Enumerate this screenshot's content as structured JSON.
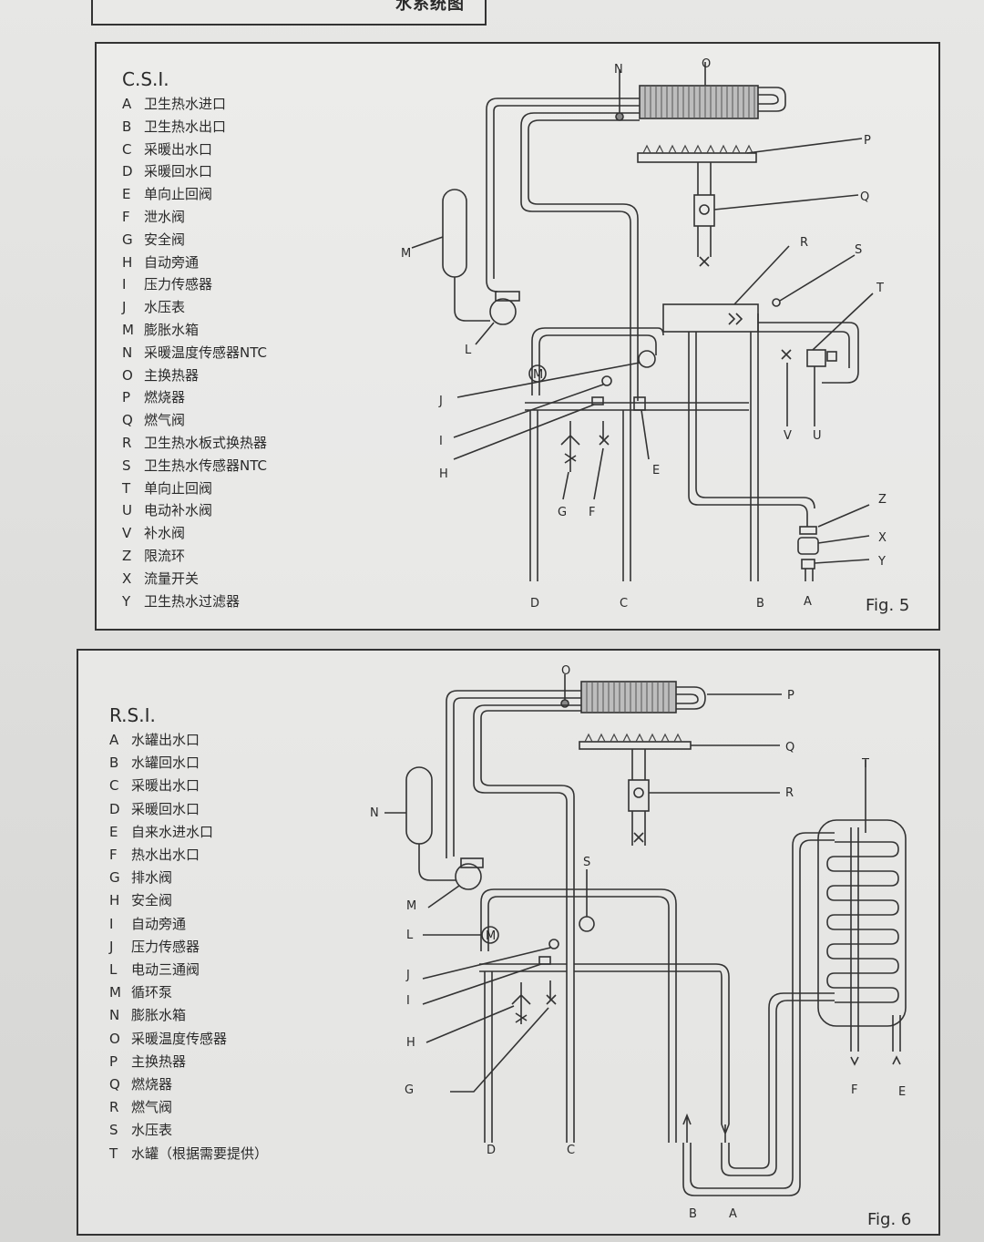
{
  "page_title": "水系统图",
  "fig5": {
    "heading": "C.S.I.",
    "fig_label": "Fig. 5",
    "legend": [
      {
        "key": "A",
        "text": "卫生热水进口"
      },
      {
        "key": "B",
        "text": "卫生热水出口"
      },
      {
        "key": "C",
        "text": "采暖出水口"
      },
      {
        "key": "D",
        "text": "采暖回水口"
      },
      {
        "key": "E",
        "text": "单向止回阀"
      },
      {
        "key": "F",
        "text": "泄水阀"
      },
      {
        "key": "G",
        "text": "安全阀"
      },
      {
        "key": "H",
        "text": "自动旁通"
      },
      {
        "key": "I",
        "text": "压力传感器"
      },
      {
        "key": "J",
        "text": "水压表"
      },
      {
        "key": "M",
        "text": "膨胀水箱"
      },
      {
        "key": "N",
        "text": "采暖温度传感器NTC"
      },
      {
        "key": "O",
        "text": "主换热器"
      },
      {
        "key": "P",
        "text": "燃烧器"
      },
      {
        "key": "Q",
        "text": "燃气阀"
      },
      {
        "key": "R",
        "text": "卫生热水板式换热器"
      },
      {
        "key": "S",
        "text": "卫生热水传感器NTC"
      },
      {
        "key": "T",
        "text": "单向止回阀"
      },
      {
        "key": "U",
        "text": "电动补水阀"
      },
      {
        "key": "V",
        "text": "补水阀"
      },
      {
        "key": "Z",
        "text": "限流环"
      },
      {
        "key": "X",
        "text": "流量开关"
      },
      {
        "key": "Y",
        "text": "卫生热水过滤器"
      }
    ],
    "diagram_labels": {
      "N": "N",
      "O": "O",
      "P": "P",
      "Q": "Q",
      "R": "R",
      "S": "S",
      "T": "T",
      "M": "M",
      "L": "L",
      "J": "J",
      "I": "I",
      "H": "H",
      "G": "G",
      "F": "F",
      "E": "E",
      "V": "V",
      "U": "U",
      "Z": "Z",
      "X": "X",
      "Y": "Y",
      "D": "D",
      "C": "C",
      "B": "B",
      "A": "A",
      "pump": "M"
    }
  },
  "fig6": {
    "heading": "R.S.I.",
    "fig_label": "Fig. 6",
    "legend": [
      {
        "key": "A",
        "text": "水罐出水口"
      },
      {
        "key": "B",
        "text": "水罐回水口"
      },
      {
        "key": "C",
        "text": "采暖出水口"
      },
      {
        "key": "D",
        "text": "采暖回水口"
      },
      {
        "key": "E",
        "text": "自来水进水口"
      },
      {
        "key": "F",
        "text": "热水出水口"
      },
      {
        "key": "G",
        "text": "排水阀"
      },
      {
        "key": "H",
        "text": "安全阀"
      },
      {
        "key": "I",
        "text": "自动旁通"
      },
      {
        "key": "J",
        "text": "压力传感器"
      },
      {
        "key": "L",
        "text": "电动三通阀"
      },
      {
        "key": "M",
        "text": "循环泵"
      },
      {
        "key": "N",
        "text": "膨胀水箱"
      },
      {
        "key": "O",
        "text": "采暖温度传感器"
      },
      {
        "key": "P",
        "text": "主换热器"
      },
      {
        "key": "Q",
        "text": "燃烧器"
      },
      {
        "key": "R",
        "text": "燃气阀"
      },
      {
        "key": "S",
        "text": "水压表"
      },
      {
        "key": "T",
        "text": "水罐（根据需要提供）"
      }
    ],
    "diagram_labels": {
      "O": "O",
      "P": "P",
      "Q": "Q",
      "R": "R",
      "S": "S",
      "T": "T",
      "N": "N",
      "M": "M",
      "L": "L",
      "J": "J",
      "I": "I",
      "H": "H",
      "G": "G",
      "D": "D",
      "C": "C",
      "B": "B",
      "A": "A",
      "F": "F",
      "E": "E",
      "valve": "M"
    }
  }
}
